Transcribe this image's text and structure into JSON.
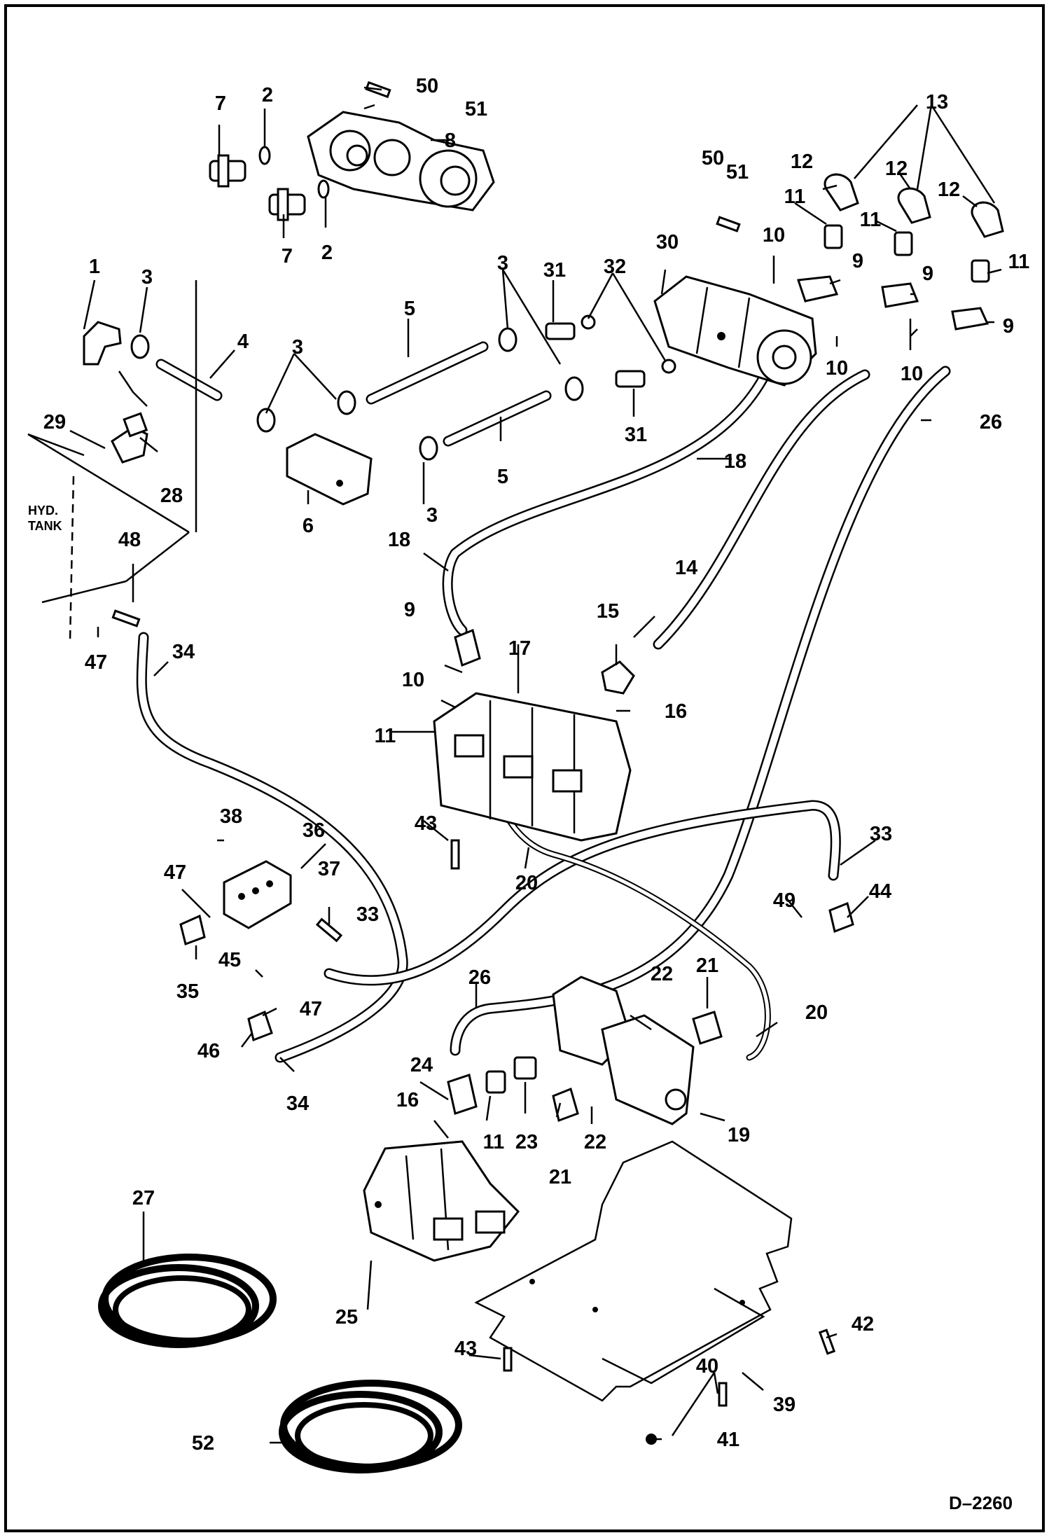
{
  "diagram": {
    "drawing_number": "D–2260",
    "tank_label_line1": "HYD.",
    "tank_label_line2": "TANK",
    "callouts": [
      {
        "id": "c7a",
        "text": "7"
      },
      {
        "id": "c2a",
        "text": "2"
      },
      {
        "id": "c50a",
        "text": "50"
      },
      {
        "id": "c51a",
        "text": "51"
      },
      {
        "id": "c8",
        "text": "8"
      },
      {
        "id": "c7b",
        "text": "7"
      },
      {
        "id": "c2b",
        "text": "2"
      },
      {
        "id": "c13",
        "text": "13"
      },
      {
        "id": "c50b",
        "text": "50"
      },
      {
        "id": "c51b",
        "text": "51"
      },
      {
        "id": "c12a",
        "text": "12"
      },
      {
        "id": "c12b",
        "text": "12"
      },
      {
        "id": "c12c",
        "text": "12"
      },
      {
        "id": "c11a",
        "text": "11"
      },
      {
        "id": "c11b",
        "text": "11"
      },
      {
        "id": "c11c",
        "text": "11"
      },
      {
        "id": "c30",
        "text": "30"
      },
      {
        "id": "c10a",
        "text": "10"
      },
      {
        "id": "c9a",
        "text": "9"
      },
      {
        "id": "c9b",
        "text": "9"
      },
      {
        "id": "c9c",
        "text": "9"
      },
      {
        "id": "c10b",
        "text": "10"
      },
      {
        "id": "c10c",
        "text": "10"
      },
      {
        "id": "c1",
        "text": "1"
      },
      {
        "id": "c3a",
        "text": "3"
      },
      {
        "id": "c3b",
        "text": "3"
      },
      {
        "id": "c31a",
        "text": "31"
      },
      {
        "id": "c32",
        "text": "32"
      },
      {
        "id": "c5a",
        "text": "5"
      },
      {
        "id": "c4",
        "text": "4"
      },
      {
        "id": "c3c",
        "text": "3"
      },
      {
        "id": "c26a",
        "text": "26"
      },
      {
        "id": "c31b",
        "text": "31"
      },
      {
        "id": "c29",
        "text": "29"
      },
      {
        "id": "c28",
        "text": "28"
      },
      {
        "id": "c5b",
        "text": "5"
      },
      {
        "id": "c18a",
        "text": "18"
      },
      {
        "id": "c6",
        "text": "6"
      },
      {
        "id": "c3d",
        "text": "3"
      },
      {
        "id": "c18b",
        "text": "18"
      },
      {
        "id": "c48",
        "text": "48"
      },
      {
        "id": "c14",
        "text": "14"
      },
      {
        "id": "c9d",
        "text": "9"
      },
      {
        "id": "c15",
        "text": "15"
      },
      {
        "id": "c17",
        "text": "17"
      },
      {
        "id": "c34a",
        "text": "34"
      },
      {
        "id": "c47a",
        "text": "47"
      },
      {
        "id": "c10d",
        "text": "10"
      },
      {
        "id": "c16a",
        "text": "16"
      },
      {
        "id": "c11d",
        "text": "11"
      },
      {
        "id": "c43a",
        "text": "43"
      },
      {
        "id": "c38",
        "text": "38"
      },
      {
        "id": "c36",
        "text": "36"
      },
      {
        "id": "c33a",
        "text": "33"
      },
      {
        "id": "c20a",
        "text": "20"
      },
      {
        "id": "c47b",
        "text": "47"
      },
      {
        "id": "c37",
        "text": "37"
      },
      {
        "id": "c44",
        "text": "44"
      },
      {
        "id": "c49",
        "text": "49"
      },
      {
        "id": "c33b",
        "text": "33"
      },
      {
        "id": "c35",
        "text": "35"
      },
      {
        "id": "c45",
        "text": "45"
      },
      {
        "id": "c26b",
        "text": "26"
      },
      {
        "id": "c22a",
        "text": "22"
      },
      {
        "id": "c21a",
        "text": "21"
      },
      {
        "id": "c47c",
        "text": "47"
      },
      {
        "id": "c20b",
        "text": "20"
      },
      {
        "id": "c46",
        "text": "46"
      },
      {
        "id": "c24",
        "text": "24"
      },
      {
        "id": "c34b",
        "text": "34"
      },
      {
        "id": "c16b",
        "text": "16"
      },
      {
        "id": "c11e",
        "text": "11"
      },
      {
        "id": "c23",
        "text": "23"
      },
      {
        "id": "c22b",
        "text": "22"
      },
      {
        "id": "c19",
        "text": "19"
      },
      {
        "id": "c21b",
        "text": "21"
      },
      {
        "id": "c27",
        "text": "27"
      },
      {
        "id": "c25",
        "text": "25"
      },
      {
        "id": "c42",
        "text": "42"
      },
      {
        "id": "c43b",
        "text": "43"
      },
      {
        "id": "c40",
        "text": "40"
      },
      {
        "id": "c39",
        "text": "39"
      },
      {
        "id": "c52",
        "text": "52"
      },
      {
        "id": "c41",
        "text": "41"
      }
    ]
  }
}
